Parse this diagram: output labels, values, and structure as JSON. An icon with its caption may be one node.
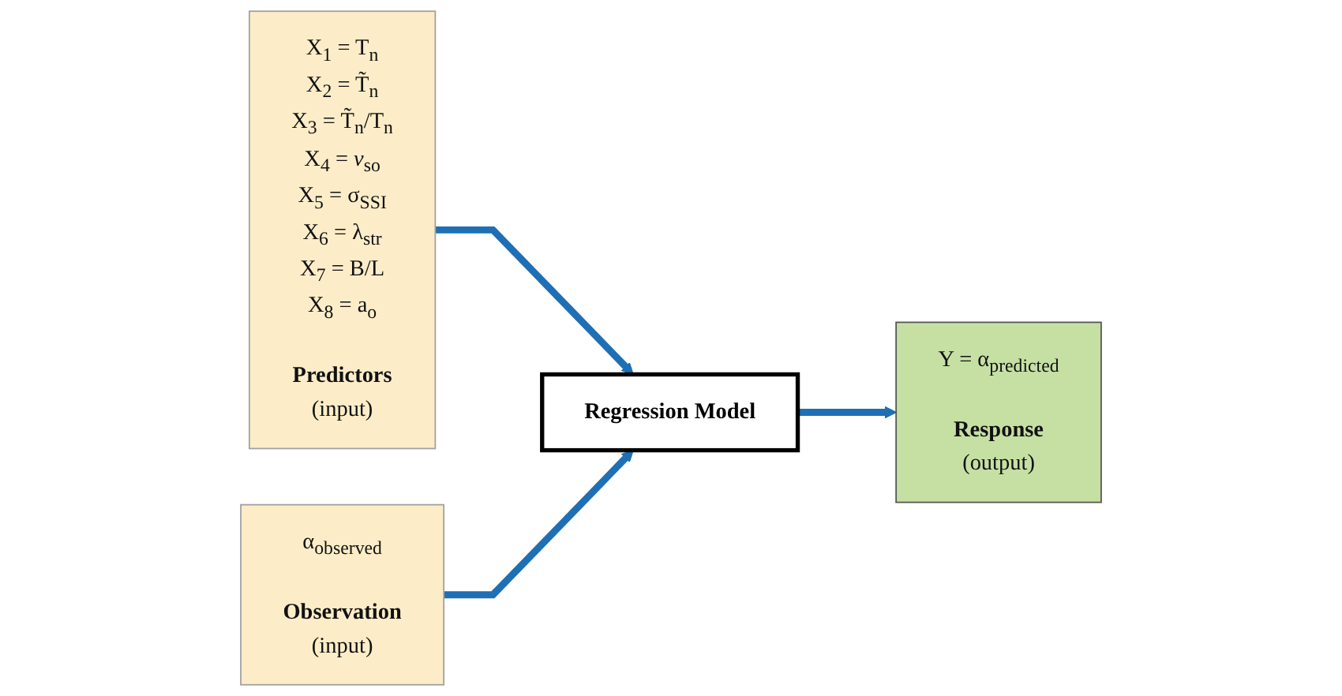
{
  "diagram": {
    "nodes": [
      {
        "text": [
          "X$_{1}$ = T$_{n}$",
          "X$_{2}$ = T̃$_{n}$",
          "X$_{3}$ = T̃$_{n}$/T$_{n}$",
          "X$_{4}$ = *v*$_{so}$",
          "X$_{5}$ = σ$_{SSI}$",
          "X$_{6}$ = λ$_{str}$",
          "X$_{7}$ = B/L",
          "X$_{8}$ = a$_{o}$",
          "Predictors",
          "(input)"
        ]
      },
      {
        "text": [
          "Regression Model"
        ]
      },
      {
        "text": [
          "α$_{observed}$",
          "Observation",
          "(input)"
        ]
      },
      {
        "text": [
          "Y = α$_{predicted}$",
          "Response",
          "(output)"
        ]
      }
    ],
    "edges": [
      {
        "from": 0,
        "to": 1,
        "arrow": "to"
      },
      {
        "from": 2,
        "to": 1,
        "arrow": "to"
      },
      {
        "from": 1,
        "to": 3,
        "arrow": "to"
      }
    ]
  }
}
